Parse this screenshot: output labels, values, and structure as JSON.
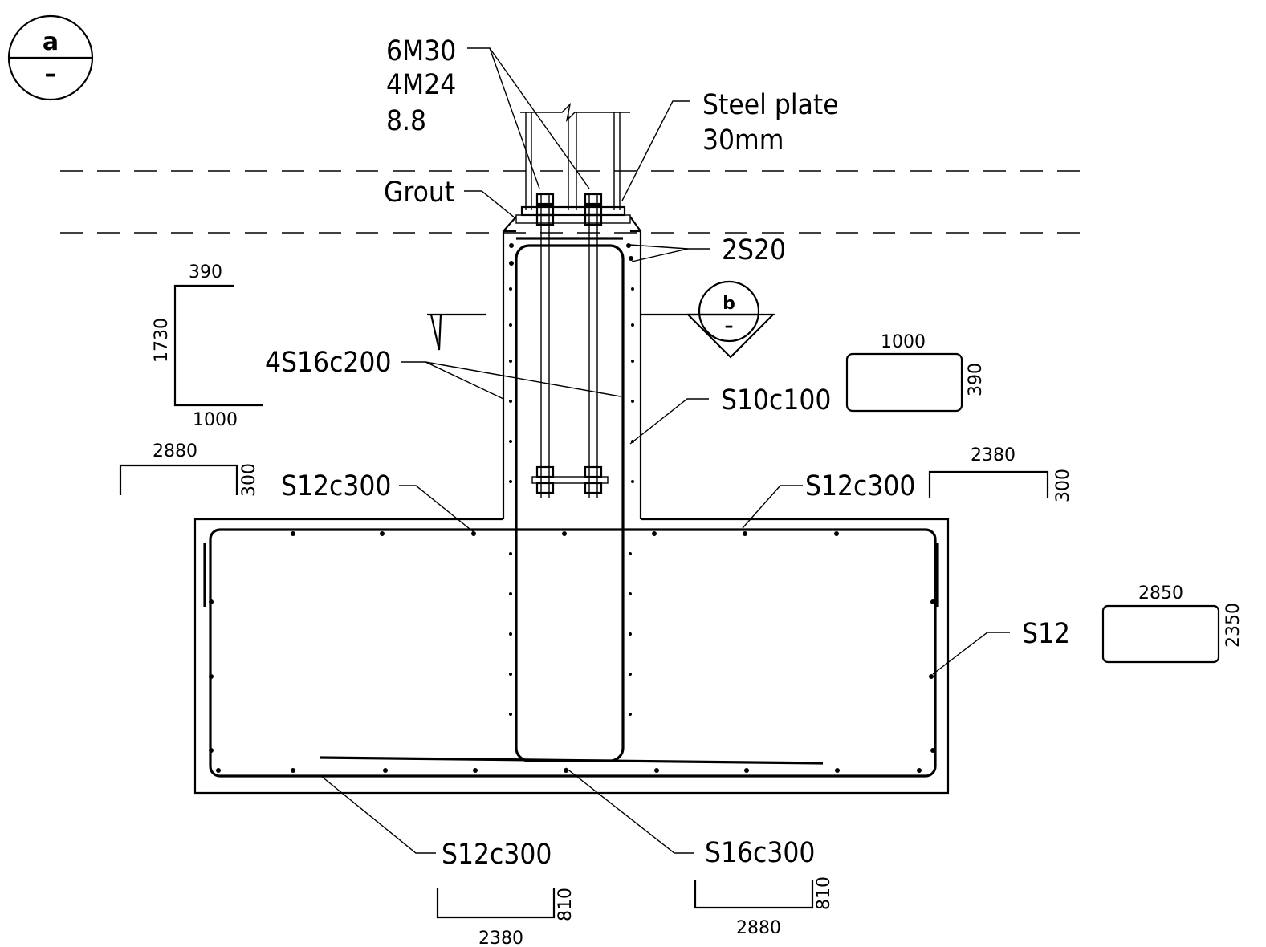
{
  "section_marks": {
    "a": {
      "top": "a",
      "bottom": "–"
    },
    "b": {
      "top": "b",
      "bottom": "–"
    }
  },
  "labels": {
    "bolts_line1": "6M30",
    "bolts_line2": "4M24",
    "bolts_line3": "8.8",
    "steel_plate_line1": "Steel plate",
    "steel_plate_line2": "30mm",
    "grout": "Grout",
    "bars_2s20": "2S20",
    "bars_4s16c200": "4S16c200",
    "stirrups_s10c100": "S10c100",
    "top_bars_left": "S12c300",
    "top_bars_right": "S12c300",
    "side_bars_s12": "S12",
    "bottom_bars_left": "S12c300",
    "bottom_bars_right": "S16c300"
  },
  "bar_shapes": {
    "column_bar": {
      "top": "390",
      "height": "1730",
      "bottom": "1000"
    },
    "stirrup": {
      "width": "1000",
      "height": "390"
    },
    "top_left": {
      "length": "2880",
      "leg": "300"
    },
    "top_right": {
      "length": "2380",
      "leg": "300"
    },
    "side_loop": {
      "width": "2850",
      "height": "2350"
    },
    "bottom_left": {
      "length": "2380",
      "leg": "810"
    },
    "bottom_right": {
      "length": "2880",
      "leg": "810"
    }
  }
}
